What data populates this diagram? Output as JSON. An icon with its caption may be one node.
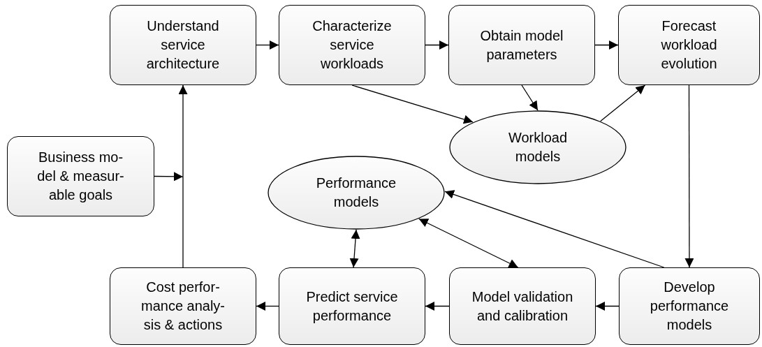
{
  "diagram": {
    "nodes": [
      {
        "text": [
          "Understand service architecture"
        ]
      },
      {
        "text": [
          "Characterize service workloads"
        ]
      },
      {
        "text": [
          "Obtain model parameters"
        ]
      },
      {
        "text": [
          "Forecast workload evolution"
        ]
      },
      {
        "text": [
          "Business mo- del & measur- able goals"
        ]
      },
      {
        "text": [
          "Workload models"
        ]
      },
      {
        "text": [
          "Performance models"
        ]
      },
      {
        "text": [
          "Cost perfor- mance analy- sis & actions"
        ]
      },
      {
        "text": [
          "Predict service performance"
        ]
      },
      {
        "text": [
          "Model validation and calibration"
        ]
      },
      {
        "text": [
          "Develop performance models"
        ]
      }
    ],
    "edges": [
      {
        "from": 0,
        "to": 1,
        "arrow": "to"
      },
      {
        "from": 1,
        "to": 2,
        "arrow": "to"
      },
      {
        "from": 2,
        "to": 3,
        "arrow": "to"
      },
      {
        "from": 1,
        "to": 5,
        "arrow": "to"
      },
      {
        "from": 2,
        "to": 5,
        "arrow": "to"
      },
      {
        "from": 5,
        "to": 3,
        "arrow": "to"
      },
      {
        "from": 3,
        "to": 10,
        "arrow": "to"
      },
      {
        "from": 10,
        "to": 6,
        "arrow": "to"
      },
      {
        "from": 9,
        "to": 6,
        "arrow": "both"
      },
      {
        "from": 8,
        "to": 6,
        "arrow": "both"
      },
      {
        "from": 10,
        "to": 9,
        "arrow": "to"
      },
      {
        "from": 9,
        "to": 8,
        "arrow": "to"
      },
      {
        "from": 8,
        "to": 7,
        "arrow": "to"
      },
      {
        "from": 7,
        "to": 0,
        "arrow": "to"
      },
      {
        "from": 4,
        "to": null,
        "arrow": "to"
      }
    ]
  }
}
